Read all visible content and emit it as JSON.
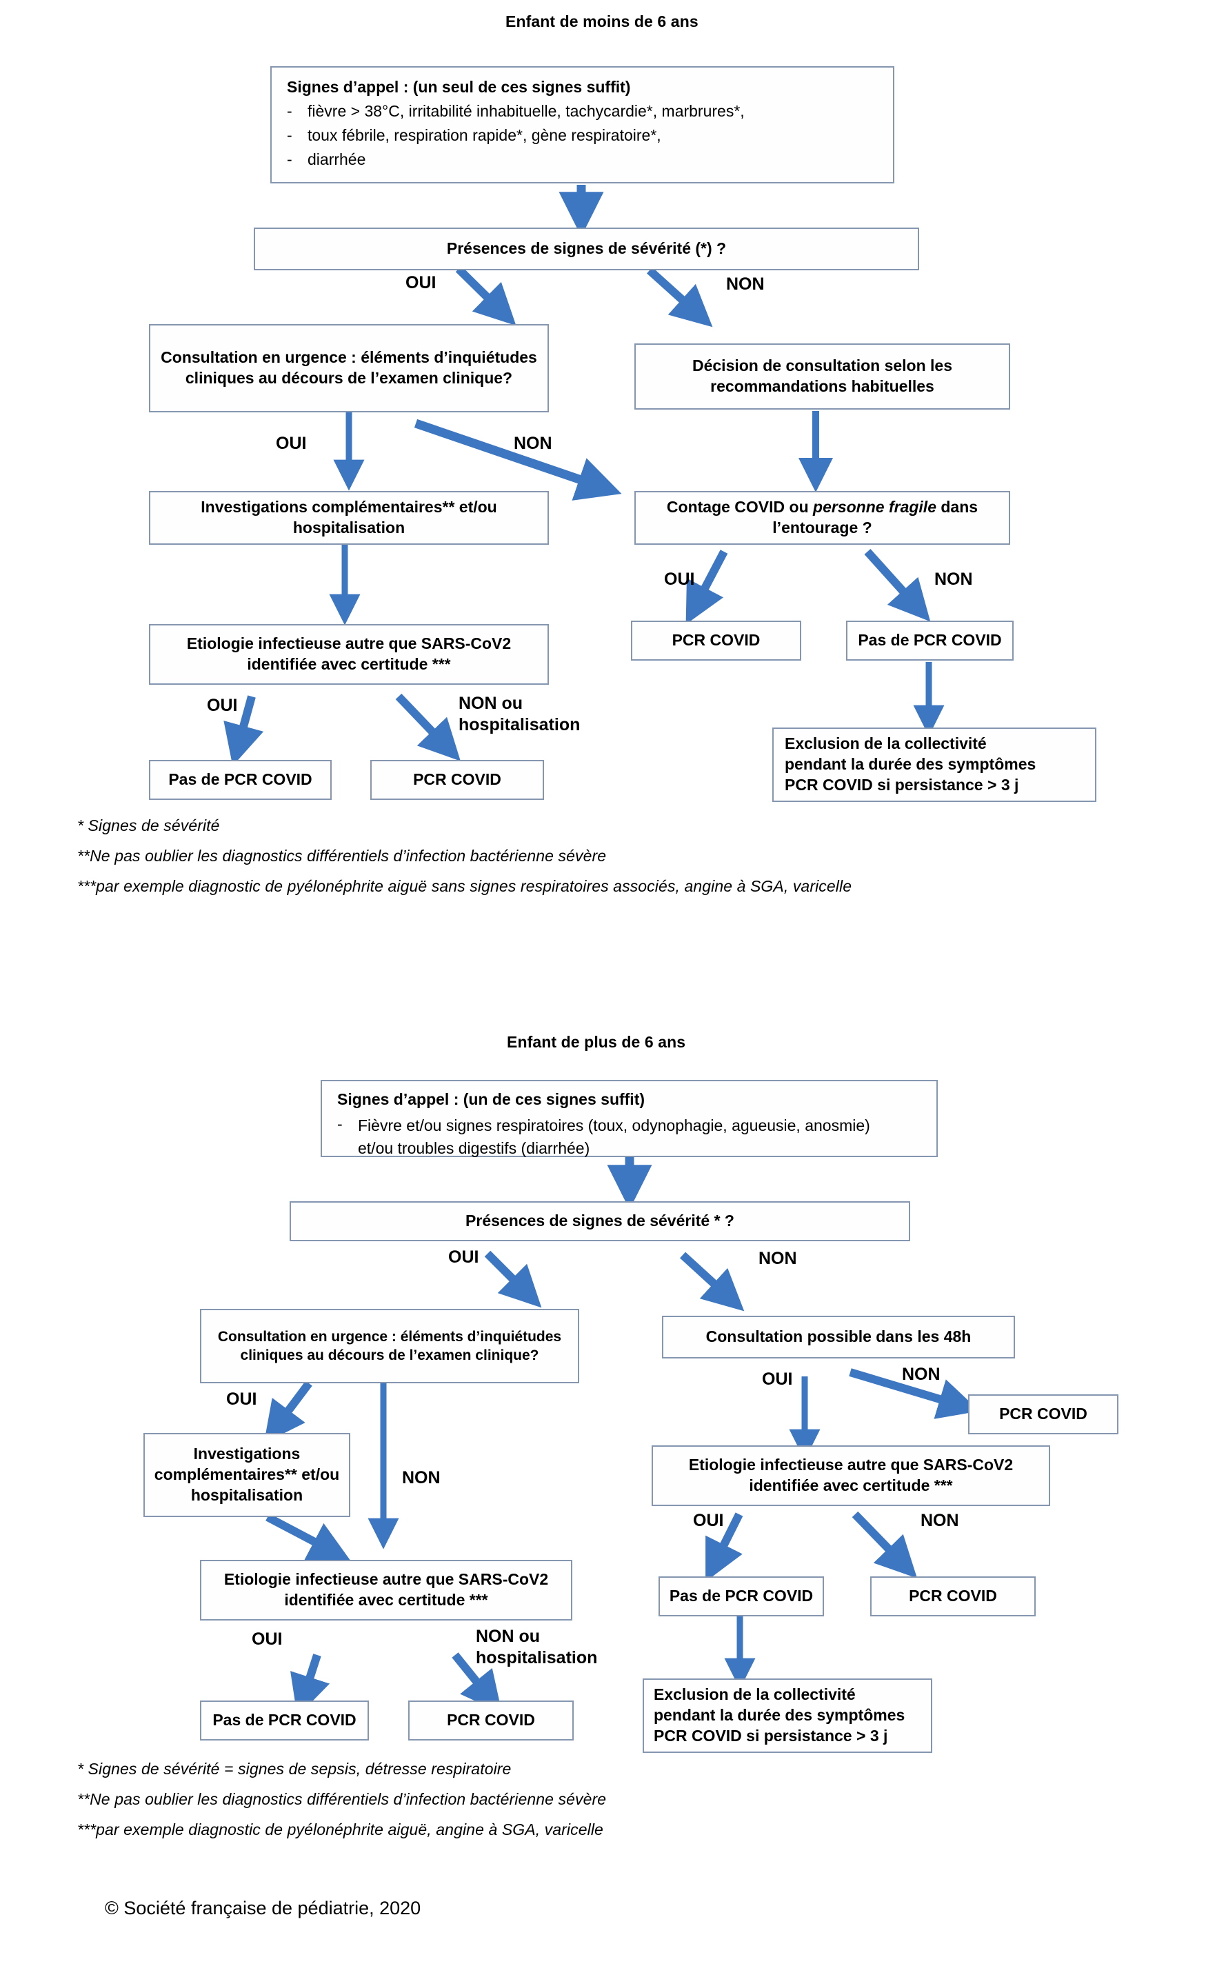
{
  "accent_blue": "#3d77c2",
  "box_border": "#8496b0",
  "labels": {
    "oui": "OUI",
    "non": "NON",
    "non_ou": "NON ou",
    "hospitalisation": "hospitalisation"
  },
  "chart1": {
    "title": "Enfant de moins de 6 ans",
    "signes": {
      "header": "Signes d’appel : (un seul de ces signes suffit)",
      "items": [
        "fièvre > 38°C, irritabilité inhabituelle, tachycardie*, marbrures*,",
        "toux fébrile, respiration rapide*, gène respiratoire*,",
        "diarrhée"
      ]
    },
    "severity_q": "Présences  de signes de sévérité (*) ?",
    "consult_urgence": "Consultation en urgence : éléments d’inquiétudes cliniques au décours de l’examen clinique?",
    "decision_consult": "Décision de consultation selon les recommandations habituelles",
    "investigations": "Investigations complémentaires** et/ou hospitalisation",
    "contage": "Contage COVID ou personne fragile dans l’entourage ?",
    "contage_pre": "Contage COVID ou ",
    "contage_em": "personne fragile",
    "contage_post": " dans l’entourage ?",
    "etiologie": "Etiologie infectieuse autre que SARS-CoV2 identifiée avec certitude ***",
    "pcr_covid": "PCR COVID",
    "pas_pcr_covid": "Pas de PCR COVID",
    "exclusion": "Exclusion de la collectivité pendant la durée des symptômes PCR COVID si persistance > 3 j",
    "exclusion_lines": [
      "Exclusion de la collectivité",
      "pendant la durée des symptômes",
      "PCR COVID si persistance > 3 j"
    ],
    "footnotes": [
      "* Signes de sévérité",
      "**Ne pas oublier les diagnostics différentiels d’infection bactérienne sévère",
      "***par exemple diagnostic de pyélonéphrite aiguë sans signes respiratoires associés, angine à SGA, varicelle"
    ]
  },
  "chart2": {
    "title": "Enfant de plus de 6 ans",
    "signes": {
      "header": "Signes d’appel : (un de ces signes suffit)",
      "items": [
        "Fièvre et/ou signes respiratoires (toux, odynophagie, agueusie, anosmie) et/ou troubles digestifs (diarrhée)"
      ]
    },
    "severity_q": "Présences  de signes de sévérité * ?",
    "consult_urgence": "Consultation en urgence : éléments d’inquiétudes cliniques au décours de l’examen clinique?",
    "consult_48h": "Consultation possible dans les 48h",
    "investigations": "Investigations complémentaires** et/ou hospitalisation",
    "etiologie": "Etiologie infectieuse autre que SARS-CoV2 identifiée avec certitude ***",
    "pcr_covid": "PCR COVID",
    "pas_pcr_covid": "Pas de PCR COVID",
    "exclusion_lines": [
      "Exclusion de la collectivité",
      "pendant la durée des symptômes",
      "PCR COVID si persistance > 3 j"
    ],
    "footnotes": [
      "* Signes de sévérité = signes de sepsis, détresse respiratoire",
      "**Ne pas oublier les diagnostics différentiels d’infection bactérienne sévère",
      "***par exemple diagnostic de pyélonéphrite aiguë, angine à SGA, varicelle"
    ]
  },
  "footer": {
    "copyright": "© Société française de pédiatrie, 2020"
  }
}
